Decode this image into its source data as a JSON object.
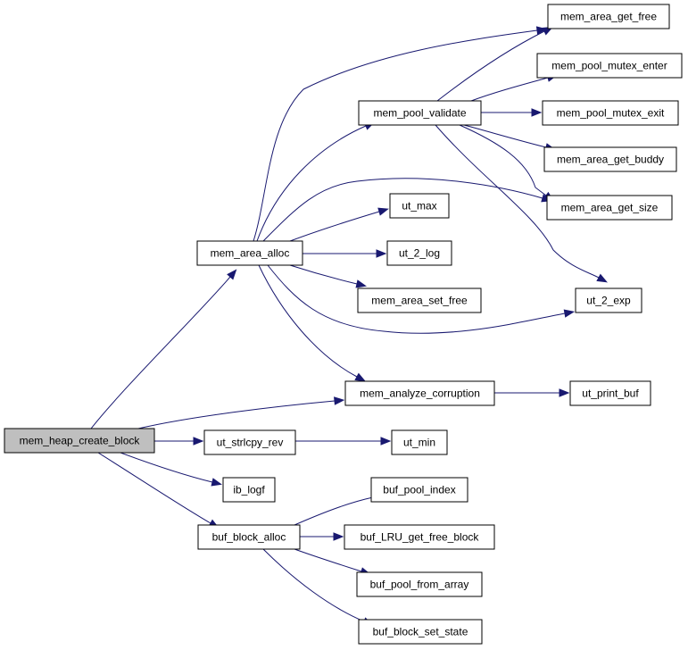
{
  "colors": {
    "edge": "#191970",
    "root_fill": "#bfbfbf",
    "node_fill": "#ffffff",
    "border": "#000000"
  },
  "nodes": {
    "mem_heap_create_block": "mem_heap_create_block",
    "mem_area_alloc": "mem_area_alloc",
    "mem_analyze_corruption": "mem_analyze_corruption",
    "ut_strlcpy_rev": "ut_strlcpy_rev",
    "ib_logf": "ib_logf",
    "buf_block_alloc": "buf_block_alloc",
    "mem_pool_validate": "mem_pool_validate",
    "ut_max": "ut_max",
    "ut_2_log": "ut_2_log",
    "mem_area_set_free": "mem_area_set_free",
    "ut_2_exp": "ut_2_exp",
    "mem_area_get_free": "mem_area_get_free",
    "mem_pool_mutex_enter": "mem_pool_mutex_enter",
    "mem_pool_mutex_exit": "mem_pool_mutex_exit",
    "mem_area_get_buddy": "mem_area_get_buddy",
    "mem_area_get_size": "mem_area_get_size",
    "ut_print_buf": "ut_print_buf",
    "ut_min": "ut_min",
    "buf_pool_index": "buf_pool_index",
    "buf_LRU_get_free_block": "buf_LRU_get_free_block",
    "buf_pool_from_array": "buf_pool_from_array",
    "buf_block_set_state": "buf_block_set_state"
  },
  "edges": [
    [
      "mem_heap_create_block",
      "mem_area_alloc"
    ],
    [
      "mem_heap_create_block",
      "mem_analyze_corruption"
    ],
    [
      "mem_heap_create_block",
      "ut_strlcpy_rev"
    ],
    [
      "mem_heap_create_block",
      "ib_logf"
    ],
    [
      "mem_heap_create_block",
      "buf_block_alloc"
    ],
    [
      "mem_area_alloc",
      "mem_area_get_free"
    ],
    [
      "mem_area_alloc",
      "mem_pool_validate"
    ],
    [
      "mem_area_alloc",
      "mem_area_get_size"
    ],
    [
      "mem_area_alloc",
      "ut_max"
    ],
    [
      "mem_area_alloc",
      "ut_2_log"
    ],
    [
      "mem_area_alloc",
      "mem_area_set_free"
    ],
    [
      "mem_area_alloc",
      "ut_2_exp"
    ],
    [
      "mem_area_alloc",
      "mem_analyze_corruption"
    ],
    [
      "mem_pool_validate",
      "mem_area_get_free"
    ],
    [
      "mem_pool_validate",
      "mem_pool_mutex_enter"
    ],
    [
      "mem_pool_validate",
      "mem_pool_mutex_exit"
    ],
    [
      "mem_pool_validate",
      "mem_area_get_buddy"
    ],
    [
      "mem_pool_validate",
      "mem_area_get_size"
    ],
    [
      "mem_pool_validate",
      "ut_2_exp"
    ],
    [
      "mem_analyze_corruption",
      "ut_print_buf"
    ],
    [
      "ut_strlcpy_rev",
      "ut_min"
    ],
    [
      "buf_block_alloc",
      "buf_pool_index"
    ],
    [
      "buf_block_alloc",
      "buf_LRU_get_free_block"
    ],
    [
      "buf_block_alloc",
      "buf_pool_from_array"
    ],
    [
      "buf_block_alloc",
      "buf_block_set_state"
    ]
  ]
}
